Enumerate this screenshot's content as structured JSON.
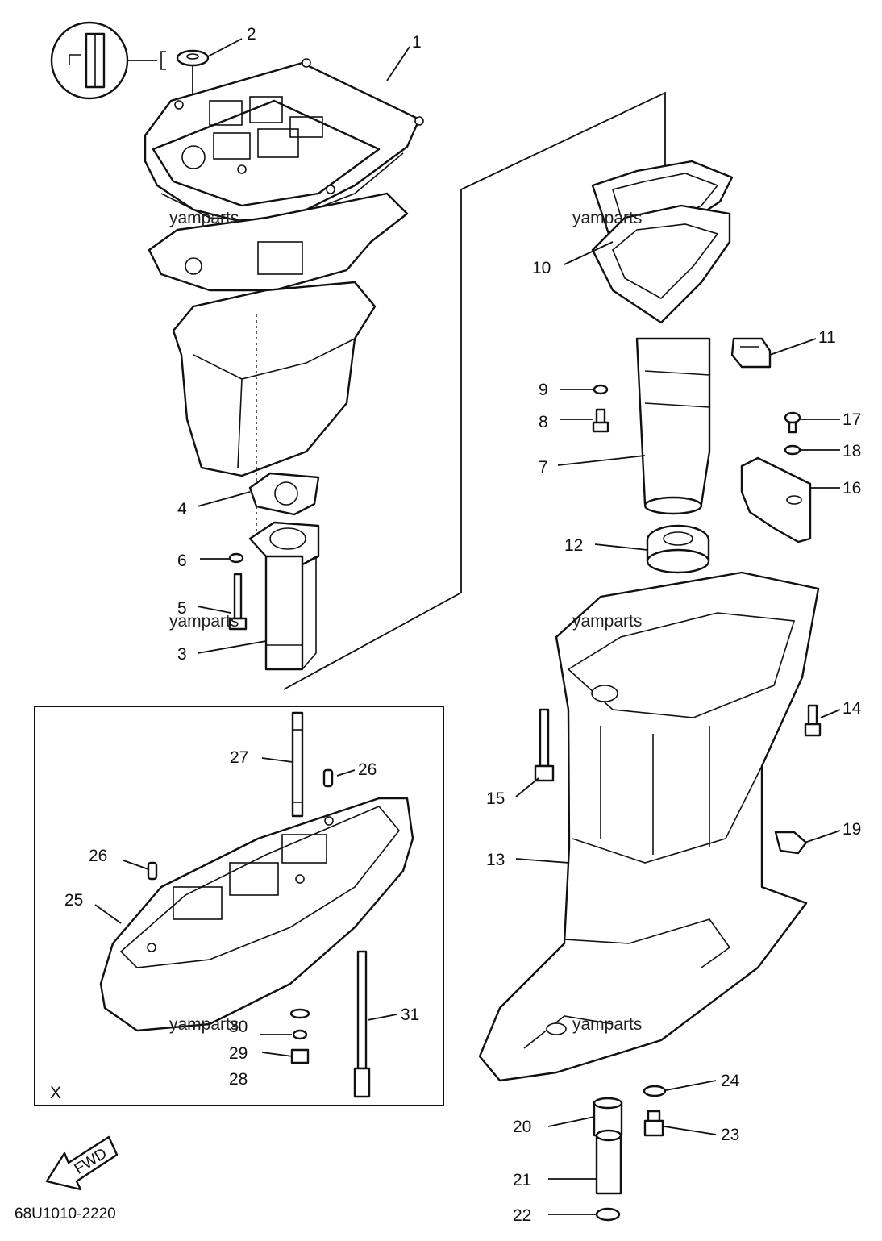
{
  "diagram": {
    "code": "68U1010-2220",
    "watermark": "yamparts",
    "detail_box_label": "X",
    "fwd_label": "FWD",
    "callouts": [
      "1",
      "2",
      "3",
      "4",
      "5",
      "6",
      "7",
      "8",
      "9",
      "10",
      "11",
      "12",
      "13",
      "14",
      "15",
      "16",
      "17",
      "18",
      "19",
      "20",
      "21",
      "22",
      "23",
      "24",
      "25",
      "26",
      "26",
      "27",
      "28",
      "29",
      "30",
      "31"
    ]
  }
}
